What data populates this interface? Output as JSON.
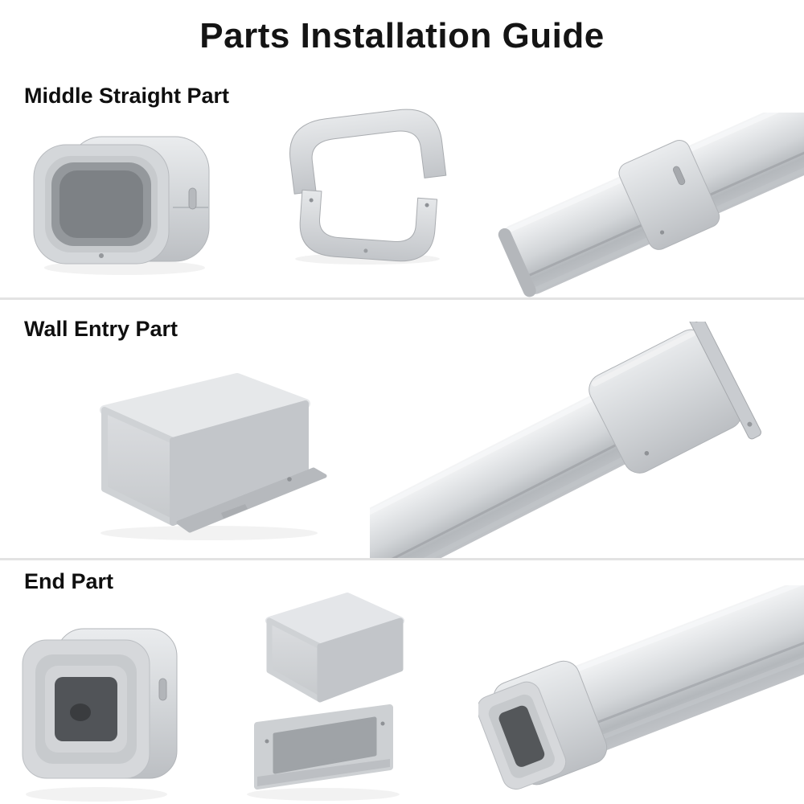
{
  "page": {
    "title": "Parts Installation Guide"
  },
  "sections": [
    {
      "id": "middle-straight",
      "label": "Middle Straight Part"
    },
    {
      "id": "wall-entry",
      "label": "Wall Entry Part"
    },
    {
      "id": "end",
      "label": "End Part"
    }
  ],
  "illustrations": {
    "middle_straight": [
      "coupler-assembled",
      "coupler-exploded-halves",
      "duct-with-coupler-installed"
    ],
    "wall_entry": [
      "wall-entry-cover",
      "duct-with-wall-entry-cover-installed"
    ],
    "end": [
      "end-cap",
      "end-cap-exploded-halves",
      "duct-with-end-cap-installed"
    ]
  },
  "colors": {
    "part_gray": "#cdd0d4",
    "part_gray_dark": "#9fa3a7",
    "opening_dark": "#54575a",
    "divider": "#e3e3e3",
    "title_text": "#141414",
    "background": "#ffffff"
  }
}
